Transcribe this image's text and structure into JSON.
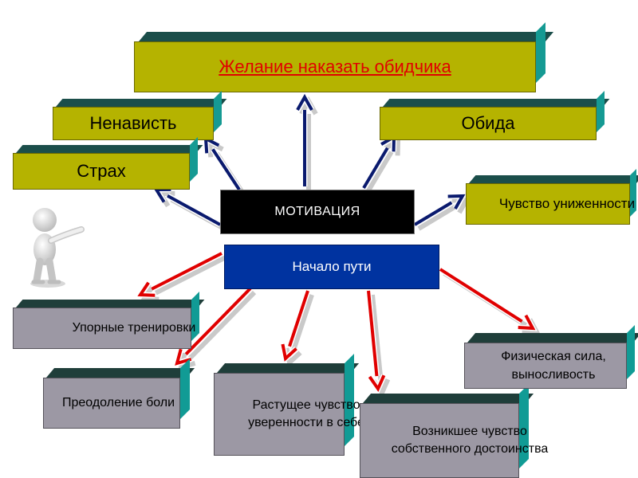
{
  "center": {
    "motivation": "МОТИВАЦИЯ",
    "start": "Начало пути"
  },
  "negative_motives": {
    "desire": "Желание наказать обидчика",
    "hatred": "Ненависть",
    "resentment": "Обида",
    "fear": "Страх",
    "humiliation": "Чувство униженности"
  },
  "positive_outcomes": {
    "training": "Упорные тренировки",
    "pain": "Преодоление боли",
    "confidence": "Растущее чувство уверенности в себе",
    "dignity": "Возникшее чувство собственного достоинства",
    "strength": "Физическая сила, выносливость"
  },
  "colors": {
    "olive_box": "#b5b300",
    "gray_box": "#9c98a4",
    "motivation_box": "#000000",
    "start_box": "#0033a0",
    "navy_arrow": "#0a1a6e",
    "red_arrow": "#e00000",
    "title_text": "#e00000"
  }
}
